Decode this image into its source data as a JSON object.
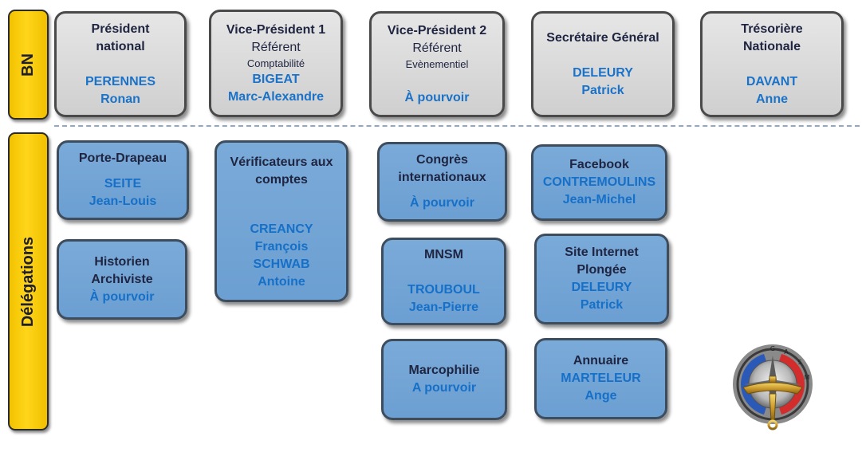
{
  "bands": {
    "bn": "BN",
    "delegations": "Délégations"
  },
  "bureau": [
    {
      "title": [
        "Président",
        "national"
      ],
      "names": [
        "PERENNES",
        "Ronan"
      ]
    },
    {
      "title": [
        "Vice-Président 1"
      ],
      "sub1": "Référent",
      "sub2": "Comptabilité",
      "names": [
        "BIGEAT",
        "Marc-Alexandre"
      ]
    },
    {
      "title": [
        "Vice-Président 2"
      ],
      "sub1": "Référent",
      "sub2": "Evènementiel",
      "names": [
        "À pourvoir"
      ]
    },
    {
      "title": [
        "Secrétaire Général"
      ],
      "names": [
        "DELEURY",
        "Patrick"
      ]
    },
    {
      "title": [
        "Trésorière",
        "Nationale"
      ],
      "names": [
        "DAVANT",
        "Anne"
      ]
    }
  ],
  "delegations": {
    "porte_drapeau": {
      "title": "Porte-Drapeau",
      "names": [
        "SEITE",
        "Jean-Louis"
      ]
    },
    "historien": {
      "title": [
        "Historien",
        "Archiviste"
      ],
      "names": [
        "À pourvoir"
      ]
    },
    "verificateurs": {
      "title": [
        "Vérificateurs aux",
        "comptes"
      ],
      "names": [
        "CREANCY",
        "François",
        "SCHWAB",
        "Antoine"
      ]
    },
    "congres": {
      "title": [
        "Congrès",
        "internationaux"
      ],
      "names": [
        "À pourvoir"
      ]
    },
    "mnsm": {
      "title": "MNSM",
      "names": [
        "TROUBOUL",
        "Jean-Pierre"
      ]
    },
    "marcophilie": {
      "title": "Marcophilie",
      "names": [
        "A pourvoir"
      ]
    },
    "facebook": {
      "title": "Facebook",
      "names": [
        "CONTREMOULINS",
        "Jean-Michel"
      ]
    },
    "site": {
      "title": [
        "Site Internet",
        "Plongée"
      ],
      "names": [
        "DELEURY",
        "Patrick"
      ]
    },
    "annuaire": {
      "title": "Annuaire",
      "names": [
        "MARTELEUR",
        "Ange"
      ]
    }
  },
  "logo": {
    "letters": [
      "G",
      "A",
      "S",
      "M"
    ]
  },
  "colors": {
    "band": "#ffd51a",
    "bureau_box": "#d4d4d4",
    "delegation_box": "#6c9fd2",
    "name_text": "#1670c8",
    "title_text": "#1f2440"
  }
}
